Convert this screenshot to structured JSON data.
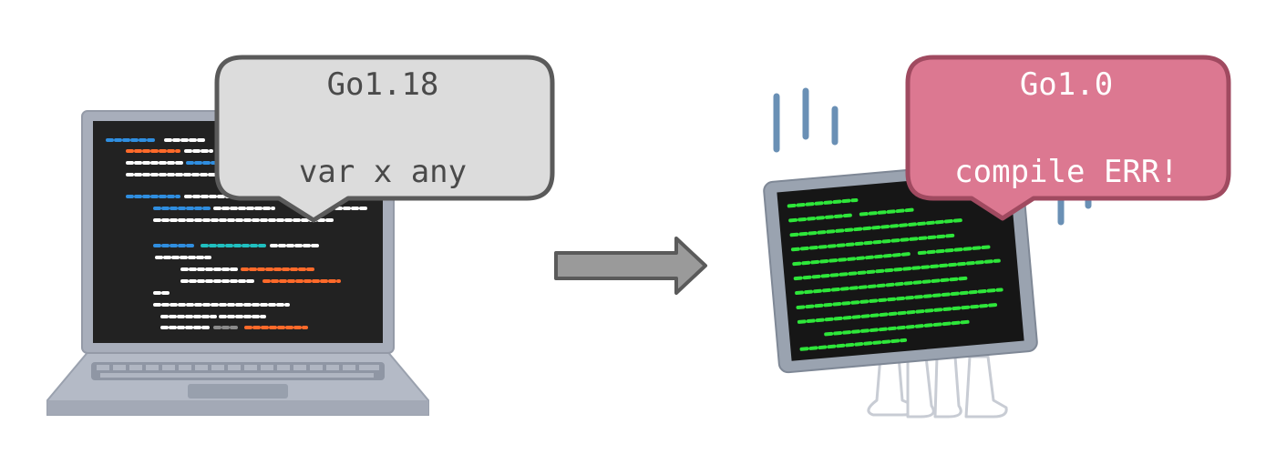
{
  "bubble_old": {
    "line1": "Go1.18",
    "line2": "var x any"
  },
  "bubble_new": {
    "line1": "Go1.0",
    "line2": "compile ERR!"
  },
  "colors": {
    "laptop_body": "#a3a9b6",
    "screen_dark": "#222222",
    "bubble_old_fill": "#dcdcdc",
    "bubble_new_fill": "#dc7891",
    "arrow_fill": "#9a9a9a",
    "terminal_green": "#2ee63a",
    "alarm_lines": "#6a90b5"
  }
}
